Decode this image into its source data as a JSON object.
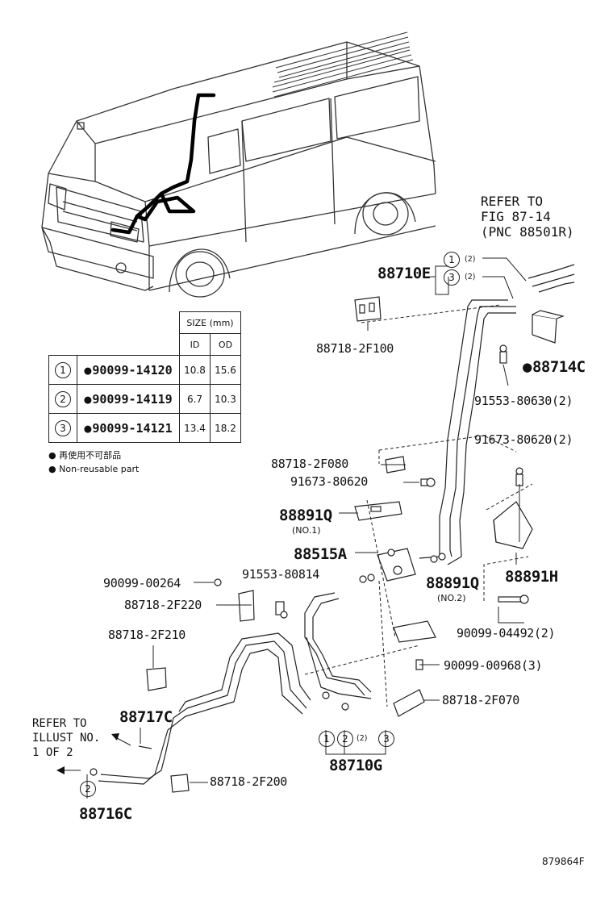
{
  "refer_fig": {
    "line1": "REFER TO",
    "line2": "FIG 87-14",
    "line3": "(PNC 88501R)"
  },
  "refer_illust": {
    "line1": "REFER TO",
    "line2": "ILLUST NO.",
    "line3": "1 OF 2"
  },
  "part_labels": {
    "p88710E": "88710E",
    "p88718_2F100": "88718-2F100",
    "p88714C": "88714C",
    "p91553_80630": "91553-80630(2)",
    "p91673_80620_2": "91673-80620(2)",
    "p88718_2F080": "88718-2F080",
    "p91673_80620": "91673-80620",
    "p88891Q_1": "88891Q",
    "no1": "(NO.1)",
    "p88515A": "88515A",
    "p88891H": "88891H",
    "p90099_00264": "90099-00264",
    "p91553_80814": "91553-80814",
    "p88891Q_2": "88891Q",
    "no2": "(NO.2)",
    "p88718_2F220": "88718-2F220",
    "p90099_04492": "90099-04492(2)",
    "p88718_2F210": "88718-2F210",
    "p90099_00968": "90099-00968(3)",
    "p88718_2F070": "88718-2F070",
    "p88717C": "88717C",
    "p88710G": "88710G",
    "p88718_2F200": "88718-2F200",
    "p88716C": "88716C",
    "qty2": "(2)"
  },
  "circle_nums": {
    "one": "1",
    "two": "2",
    "three": "3"
  },
  "size_table": {
    "header": "SIZE (mm)",
    "col_id": "ID",
    "col_od": "OD",
    "rows": [
      {
        "num": "1",
        "part": "90099-14120",
        "id": "10.8",
        "od": "15.6"
      },
      {
        "num": "2",
        "part": "90099-14119",
        "id": "6.7",
        "od": "10.3"
      },
      {
        "num": "3",
        "part": "90099-14121",
        "id": "13.4",
        "od": "18.2"
      }
    ]
  },
  "legend": {
    "jp": "再使用不可部品",
    "en": "Non-reusable part"
  },
  "figure_code": "879864F"
}
